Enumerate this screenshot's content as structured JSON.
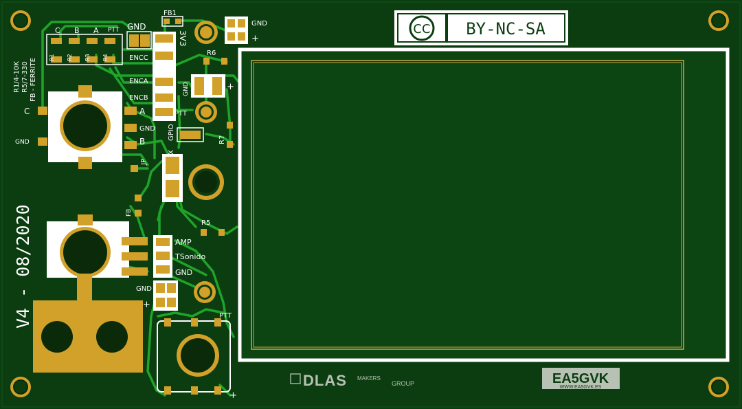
{
  "license": {
    "cc": "CC",
    "terms": "BY-NC-SA"
  },
  "silkscreen": {
    "resistor_note_1": "R1/4-10K",
    "resistor_note_2": "R5/7-330",
    "ferrite_note": "FB - FERRITE",
    "header_c": "C",
    "header_b": "B",
    "header_a": "A",
    "header_ptt": "PTT",
    "r1": "R1",
    "r2": "R2",
    "r3": "R3",
    "r4": "R4",
    "gnd_top": "GND",
    "fb1": "FB1",
    "v33": "3V3",
    "gnd_top_right": "GND",
    "plus_top_right": "+",
    "r6": "R6",
    "encc": "ENCC",
    "enca": "ENCA",
    "encb": "ENCB",
    "gnd_mid": "GND",
    "plus_mid": "+",
    "ptt_mid": "PTT",
    "gpio": "GPIO",
    "r7": "R7",
    "rx": "RX",
    "jp": "JP",
    "enc_c": "C",
    "enc_a": "A",
    "enc_gnd": "GND",
    "enc_b": "B",
    "enc_gnd_left": "GND",
    "fb_left": "FB",
    "r5": "R5",
    "amp": "AMP",
    "tsonido": "TSonido",
    "gnd_amp": "GND",
    "gnd_bottom": "GND",
    "plus_bottom": "+",
    "ptt_bottom": "PTT",
    "plus_ptt": "+",
    "version": "V4 - 08/2020",
    "logo_main": "DLAS",
    "logo_makers": "MAKERS",
    "logo_group": "GROUP",
    "callsign": "EA5GVK",
    "website": "WWW.EA5GVK.ES"
  },
  "colors": {
    "board": "#0b3d10",
    "trace": "#1fa32a",
    "pad": "#d2a12a",
    "silkscreen": "#ffffff",
    "display_window": "#0c4412"
  }
}
